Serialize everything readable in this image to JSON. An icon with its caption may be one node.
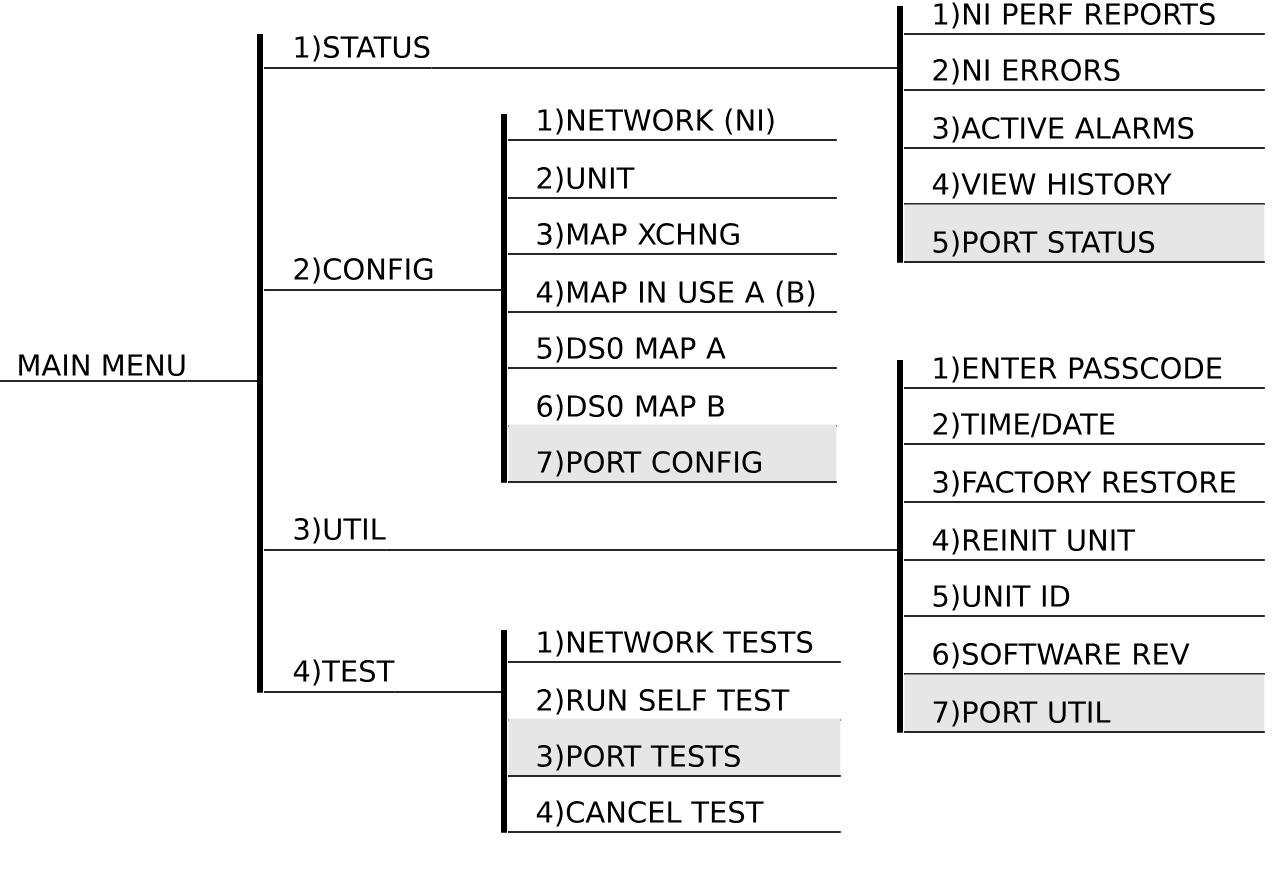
{
  "diagram": {
    "nodes": [
      {
        "text": [
          "MAIN MENU"
        ]
      },
      {
        "text": [],
        "shape": "bar"
      },
      {
        "text": [
          "1)STATUS"
        ],
        "in": 1
      },
      {
        "text": [],
        "shape": "bar"
      },
      {
        "text": [
          "1)NI PERF REPORTS"
        ],
        "in": 3
      },
      {
        "text": [
          "2)NI ERRORS"
        ],
        "in": 3
      },
      {
        "text": [
          "3)ACTIVE ALARMS"
        ],
        "in": 3
      },
      {
        "text": [
          "4)VIEW HISTORY"
        ],
        "in": 3
      },
      {
        "text": [
          "5)PORT STATUS"
        ],
        "in": 3
      },
      {
        "text": [
          "2)CONFIG"
        ],
        "in": 1
      },
      {
        "text": [],
        "shape": "bar"
      },
      {
        "text": [
          "1)NETWORK (NI)"
        ],
        "in": 10
      },
      {
        "text": [
          "2)UNIT"
        ],
        "in": 10
      },
      {
        "text": [
          "3)MAP XCHNG"
        ],
        "in": 10
      },
      {
        "text": [
          "4)MAP IN USE A (B)"
        ],
        "in": 10
      },
      {
        "text": [
          "5)DS0 MAP A"
        ],
        "in": 10
      },
      {
        "text": [
          "6)DS0 MAP B"
        ],
        "in": 10
      },
      {
        "text": [
          "7)PORT CONFIG"
        ],
        "in": 10
      },
      {
        "text": [
          "3)UTIL"
        ],
        "in": 1
      },
      {
        "text": [],
        "shape": "bar"
      },
      {
        "text": [
          "1)ENTER PASSCODE"
        ],
        "in": 19
      },
      {
        "text": [
          "2)TIME/DATE"
        ],
        "in": 19
      },
      {
        "text": [
          "3)FACTORY RESTORE"
        ],
        "in": 19
      },
      {
        "text": [
          "4)REINIT UNIT"
        ],
        "in": 19
      },
      {
        "text": [
          "5)UNIT ID"
        ],
        "in": 19
      },
      {
        "text": [
          "6)SOFTWARE REV"
        ],
        "in": 19
      },
      {
        "text": [
          "7)PORT UTIL"
        ],
        "in": 19
      },
      {
        "text": [
          "4)TEST"
        ],
        "in": 1
      },
      {
        "text": [],
        "shape": "bar"
      },
      {
        "text": [
          "1)NETWORK TESTS"
        ],
        "in": 28
      },
      {
        "text": [
          "2)RUN SELF TEST"
        ],
        "in": 28
      },
      {
        "text": [
          "3)PORT TESTS"
        ],
        "in": 28
      },
      {
        "text": [
          "4)CANCEL TEST"
        ],
        "in": 28
      }
    ],
    "edges": [
      {
        "from": 0,
        "to": 1,
        "arrow": "none"
      },
      {
        "from": 2,
        "to": 3,
        "arrow": "none"
      },
      {
        "from": 9,
        "to": 10,
        "arrow": "none"
      },
      {
        "from": 18,
        "to": 19,
        "arrow": "none"
      },
      {
        "from": 27,
        "to": 28,
        "arrow": "none"
      }
    ]
  }
}
